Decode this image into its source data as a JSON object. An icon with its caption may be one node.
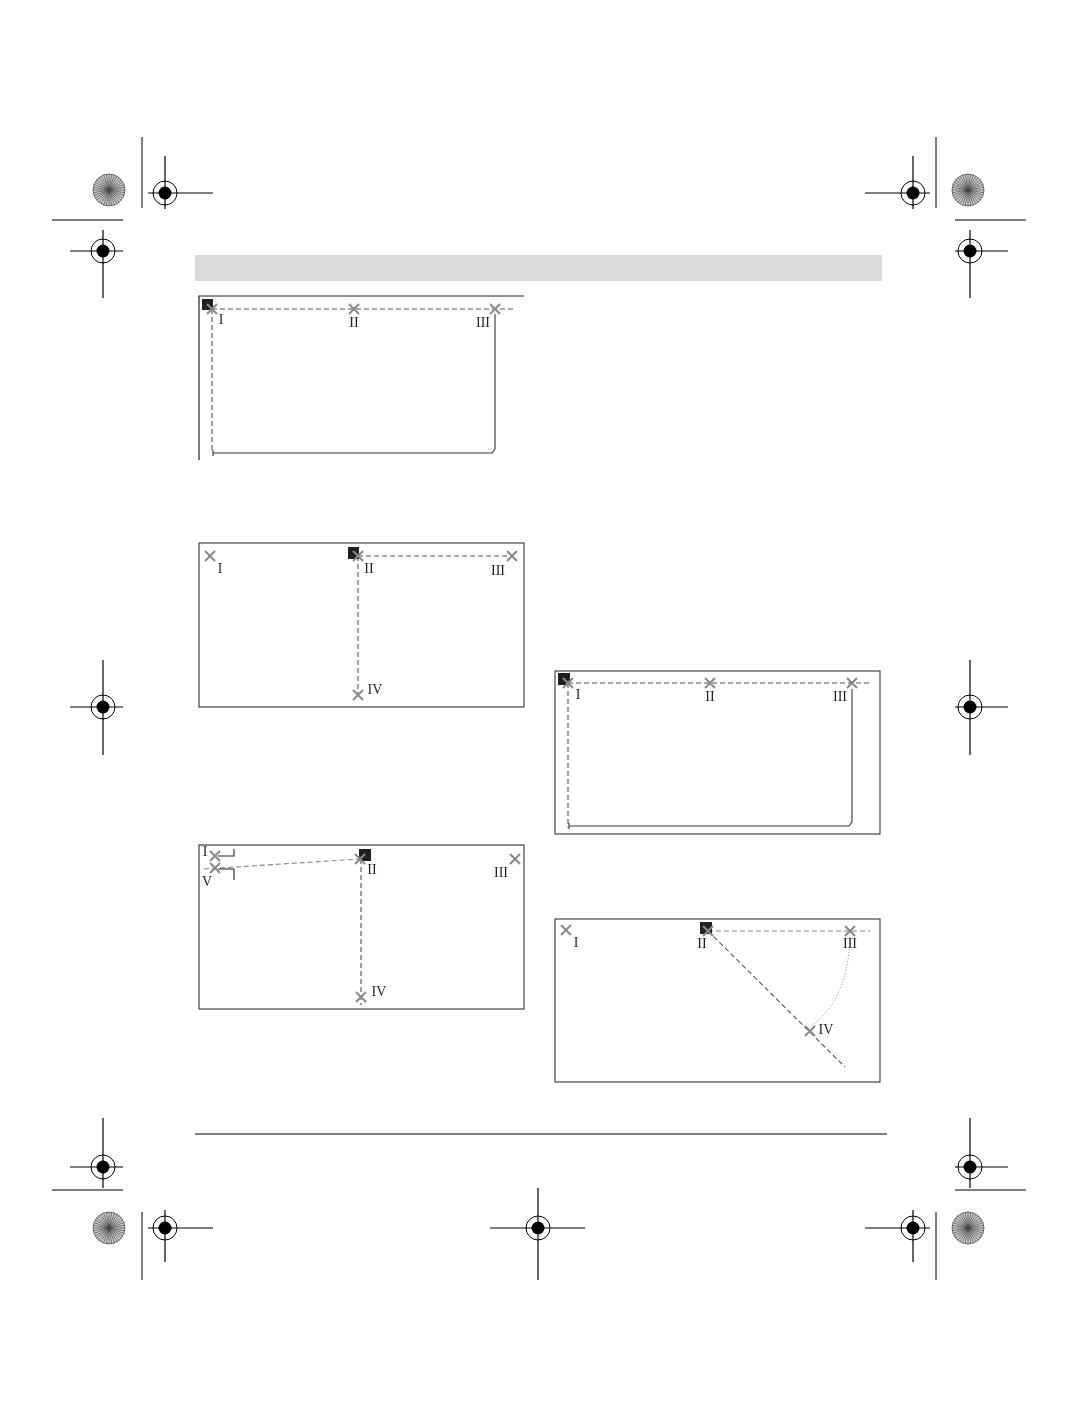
{
  "diagram": {
    "labels": [
      "I",
      "II",
      "III",
      "I",
      "II",
      "III",
      "IV",
      "I",
      "II",
      "III",
      "V",
      "IV",
      "I",
      "II",
      "III",
      "I",
      "II",
      "III",
      "IV"
    ]
  }
}
